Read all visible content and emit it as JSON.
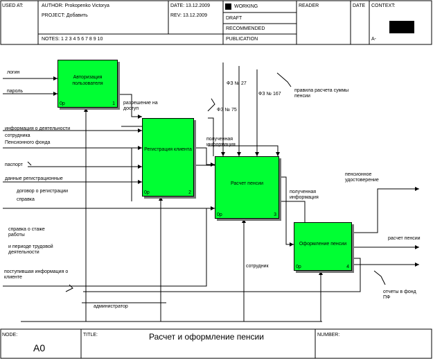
{
  "header": {
    "used_at": "USED AT:",
    "author": "AUTHOR: Prokopenko Victorya",
    "project": "PROJECT: Добавить",
    "notes": "NOTES: 1 2 3 4 5 6 7 8 9 10",
    "date": "DATE: 13.12.2009",
    "rev": "REV: 13.12.2009",
    "status": [
      "WORKING",
      "DRAFT",
      "RECOMMENDED",
      "PUBLICATION"
    ],
    "reader": "READER",
    "date2": "DATE",
    "context": "CONTEXT:",
    "context_node": "A-"
  },
  "boxes": [
    {
      "title": "Авторизация пользователя",
      "id": "0p",
      "num": "1"
    },
    {
      "title": "Регистрация клиента",
      "id": "0p",
      "num": "2"
    },
    {
      "title": "Расчет пенсии",
      "id": "0p",
      "num": "3"
    },
    {
      "title": "Оформление пенсии",
      "id": "0p",
      "num": "4"
    }
  ],
  "labels": {
    "login": "логин",
    "password": "пароль",
    "access": "разрешение на доступ",
    "info_about": "информация о деятельности",
    "fund_employee": "сотрудника",
    "fund": "Пенсионного фонда",
    "passport": "паспорт",
    "register_data": "данные регистрационные",
    "contract": "договор о регистрации",
    "reference": "справка",
    "employment": "справка о стаже работы",
    "period": "и периоде трудовой деятельности",
    "fz27": "ФЗ № 27",
    "fz75": "ФЗ № 75",
    "fz167": "ФЗ № 167",
    "calc_rules": "правила расчета суммы пенсии",
    "received_info": "полученная информация",
    "received_info2": "полученная информация",
    "pension_cert": "пенсионное удостоверение",
    "calc_pension": "расчет пенсии",
    "employee": "сотрудник",
    "reports": "отчеты в фонд ПФ",
    "client_info": "поступившая информация о клиенте",
    "admin": "администратор"
  },
  "footer": {
    "node_label": "NODE:",
    "node_value": "A0",
    "title_label": "TITLE:",
    "title_value": "Расчет и оформление пенсии",
    "number_label": "NUMBER:"
  }
}
